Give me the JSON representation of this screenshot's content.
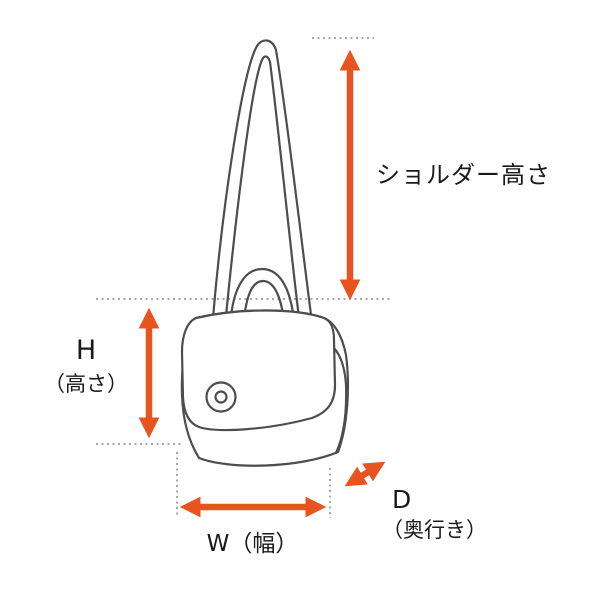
{
  "diagram": {
    "title": "bag-dimension-diagram",
    "labels": {
      "shoulder_height": "ショルダー高さ",
      "height_letter": "H",
      "height_caption": "（高さ）",
      "width": "W（幅）",
      "depth_letter": "D",
      "depth_caption": "（奥行き）"
    },
    "colors": {
      "arrow": "#e8541f",
      "outline": "#4d4d4d",
      "dotted": "#999999",
      "text": "#1a1a1a",
      "background": "#ffffff"
    }
  }
}
